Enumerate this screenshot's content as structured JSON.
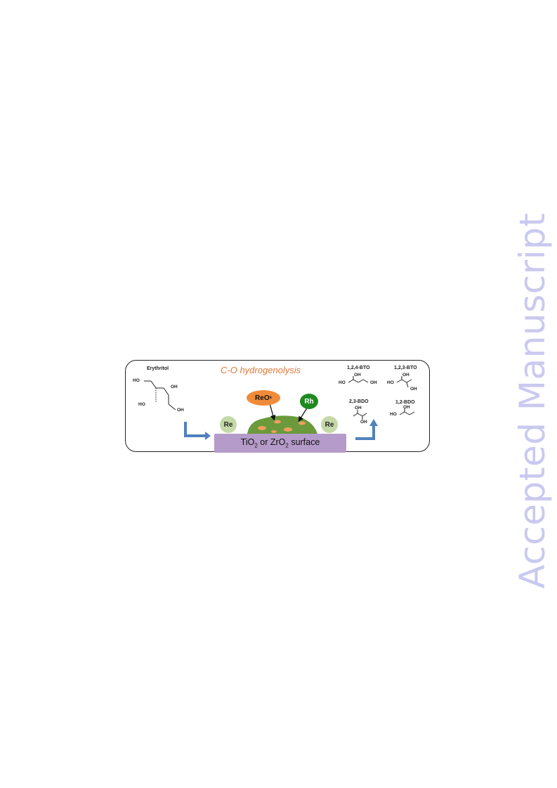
{
  "watermark": "Accepted Manuscript",
  "graphic": {
    "heading": "C-O hydrogenolysis",
    "reactant": {
      "name": "Erythritol",
      "labels": [
        "HO",
        "OH",
        "HO",
        "OH"
      ]
    },
    "products": [
      {
        "name": "1,2,4-BTO",
        "labels": [
          "OH",
          "HO",
          "OH"
        ]
      },
      {
        "name": "1,2,3-BTO",
        "labels": [
          "OH",
          "HO",
          "OH"
        ]
      },
      {
        "name": "2,3-BDO",
        "labels": [
          "OH",
          "OH"
        ]
      },
      {
        "name": "1,2-BDO",
        "labels": [
          "OH",
          "HO"
        ]
      }
    ],
    "species": {
      "reox_main": "ReO",
      "reox_sub": "x",
      "rh": "Rh",
      "re_left": "Re",
      "re_right": "Re"
    },
    "surface": {
      "part1": "TiO",
      "sub1": "2",
      "part2": " or ZrO",
      "sub2": "2",
      "part3": " surface"
    },
    "colors": {
      "heading": "#e07b39",
      "support": "#b59bc9",
      "particle": "#6a9a3c",
      "reox": "#f08b3a",
      "rh": "#1f8a1f",
      "re": "#c5d9a8",
      "flow_arrow": "#4f81bd",
      "watermark": "#c9c9f0"
    },
    "icons": [
      "flow-arrow-icon",
      "pointer-arrow-icon"
    ]
  }
}
